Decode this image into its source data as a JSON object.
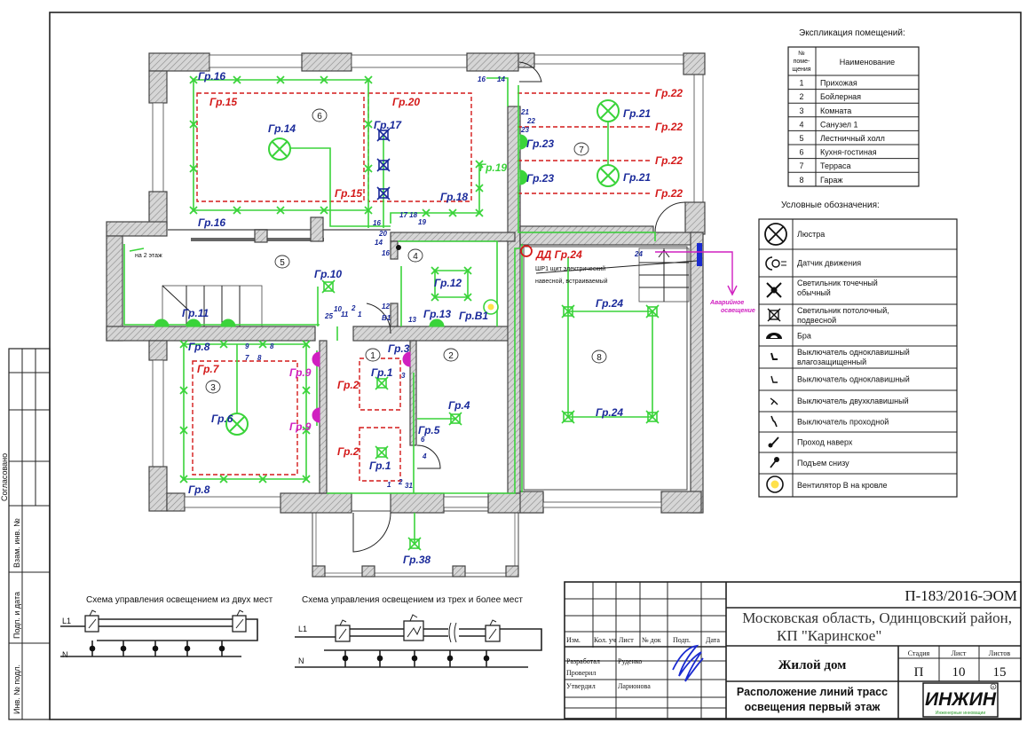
{
  "explication": {
    "title": "Экспликация помещений:",
    "header_num": [
      "№",
      "поме-",
      "щения"
    ],
    "header_name": "Наименование",
    "rows": [
      {
        "num": "1",
        "name": "Прихожая"
      },
      {
        "num": "2",
        "name": "Бойлерная"
      },
      {
        "num": "3",
        "name": "Комната"
      },
      {
        "num": "4",
        "name": "Санузел 1"
      },
      {
        "num": "5",
        "name": "Лестничный холл"
      },
      {
        "num": "6",
        "name": "Кухня-гостиная"
      },
      {
        "num": "7",
        "name": "Терраса"
      },
      {
        "num": "8",
        "name": "Гараж"
      }
    ]
  },
  "legend": {
    "title": "Условные обозначения:",
    "items": [
      {
        "icon": "chandelier-icon",
        "label": [
          "Люстра"
        ]
      },
      {
        "icon": "motion-sensor-icon",
        "label": [
          "Датчик движения"
        ]
      },
      {
        "icon": "spot-light-icon",
        "label": [
          "Светильник точечный",
          "обычный"
        ]
      },
      {
        "icon": "ceiling-light-icon",
        "label": [
          "Светильник потолочный,",
          "подвесной"
        ]
      },
      {
        "icon": "wall-lamp-icon",
        "label": [
          "Бра"
        ]
      },
      {
        "icon": "switch-waterproof-icon",
        "label": [
          "Выключатель одноклавишный",
          "влагозащищенный"
        ]
      },
      {
        "icon": "switch-single-icon",
        "label": [
          "Выключатель одноклавишный"
        ]
      },
      {
        "icon": "switch-double-icon",
        "label": [
          "Выключатель двухклавишный"
        ]
      },
      {
        "icon": "switch-passthrough-icon",
        "label": [
          "Выключатель проходной"
        ]
      },
      {
        "icon": "pass-up-icon",
        "label": [
          "Проход наверх"
        ]
      },
      {
        "icon": "rise-from-below-icon",
        "label": [
          "Подъем снизу"
        ]
      },
      {
        "icon": "fan-icon",
        "label": [
          "Вентилятор В на кровле"
        ]
      }
    ]
  },
  "plan": {
    "rooms": [
      "1",
      "2",
      "3",
      "4",
      "5",
      "6",
      "7",
      "8"
    ],
    "labels": [
      "Гр.16",
      "Гр.16",
      "Гр.15",
      "Гр.15",
      "Гр.14",
      "Гр.20",
      "Гр.17",
      "Гр.18",
      "Гр.19",
      "Гр.23",
      "Гр.23",
      "Гр.21",
      "Гр.21",
      "Гр.22",
      "Гр.22",
      "Гр.22",
      "Гр.22",
      "ДД Гр.24",
      "Гр.24",
      "Гр.24",
      "Гр.10",
      "Гр.11",
      "Гр.12",
      "Гр.13",
      "Гр.В1",
      "Гр.8",
      "Гр.8",
      "Гр.7",
      "Гр.6",
      "Гр.9",
      "Гр.9",
      "Гр.3",
      "Гр.1",
      "Гр.1",
      "Гр.2",
      "Гр.2",
      "Гр.4",
      "Гр.5",
      "Гр.38"
    ],
    "numbers": [
      "16",
      "14",
      "21",
      "22",
      "23",
      "17 18",
      "19",
      "16",
      "20",
      "14",
      "16",
      "24",
      "12",
      "В1",
      "13",
      "25",
      "10",
      "11",
      "2",
      "1",
      "9",
      "8",
      "7",
      "8",
      "3",
      "6",
      "4",
      "1",
      "2",
      "31"
    ],
    "stairs_note": "на 2 этаж",
    "panel_note": [
      "ШР1 щит электрический",
      "навесной, встраиваемый"
    ],
    "emergency_note": [
      "Аварийное",
      "освещение"
    ]
  },
  "schemes": {
    "two_place_title": "Схема управления освещением из двух мест",
    "three_place_title": "Схема управления освещением из трех и более мест",
    "l1": "L1",
    "n": "N"
  },
  "title_block": {
    "code": "П-183/2016-ЭОМ",
    "address_line1": "Московская область, Одинцовский район,",
    "address_line2": "КП \"Каринское\"",
    "object": "Жилой дом",
    "sheet_title_line1": "Расположение линий  трасс",
    "sheet_title_line2": "освещения первый этаж",
    "stage_header": "Стадия",
    "sheet_header": "Лист",
    "sheets_header": "Листов",
    "stage": "П",
    "sheet": "10",
    "sheets": "15",
    "columns": [
      "Изм.",
      "Кол. уч",
      "Лист",
      "№ док",
      "Подп.",
      "Дата"
    ],
    "roles": [
      {
        "role": "Разработал",
        "name": "Руденко"
      },
      {
        "role": "Проверил",
        "name": ""
      },
      {
        "role": "Утвердил",
        "name": "Ларионова"
      }
    ],
    "logo": "ИНЖИН",
    "logo_sub": "Инженерные инновации",
    "logo_mark": "R"
  },
  "side_stamp": [
    "Инв. № подл.",
    "Подп. и дата",
    "Взам. инв. №",
    "Согласовано"
  ],
  "colors": {
    "wire": "#3ad43a",
    "group_label": "#1a2a9a",
    "dashed": "#d41a1a",
    "magenta": "#d020c0"
  }
}
